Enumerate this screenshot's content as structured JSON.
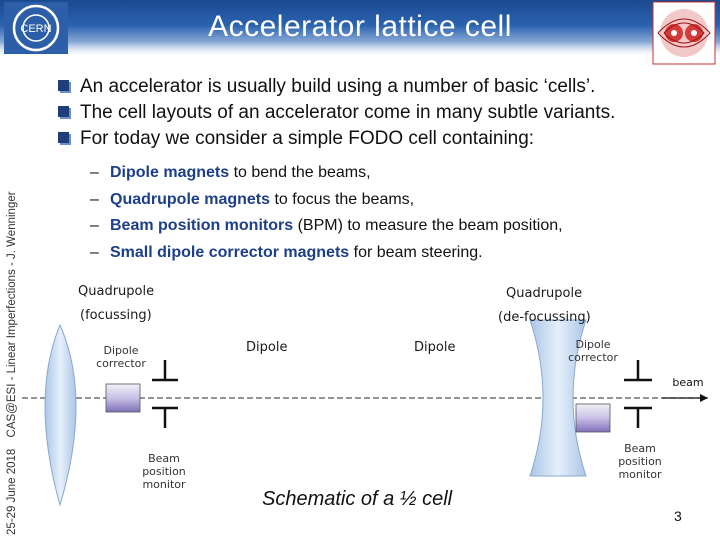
{
  "title": "Accelerator lattice cell",
  "sidebar": {
    "date": "25-29 June 2018",
    "event": "CAS@ESI - Linear Imperfections - J. Wenninger"
  },
  "bullets": [
    "An accelerator is usually build using a number of basic ‘cells’.",
    "The cell layouts of an accelerator come in many subtle variants.",
    "For today we consider a simple FODO cell containing:"
  ],
  "sub_items": [
    {
      "bold": "Dipole magnets",
      "rest": " to bend the beams,"
    },
    {
      "bold": "Quadrupole magnets",
      "rest": " to focus the beams,"
    },
    {
      "bold": "Beam position monitors",
      "rest": " (BPM) to measure the beam position,"
    },
    {
      "bold": "Small dipole corrector magnets",
      "rest": " for beam steering."
    }
  ],
  "dash": "–",
  "diagram": {
    "quad_left": "Quadrupole",
    "quad_left_sub": "(focussing)",
    "quad_right": "Quadrupole",
    "quad_right_sub": "(de-focussing)",
    "dipole_left": "Dipole",
    "dipole_right": "Dipole",
    "corrector_left": "Dipole corrector",
    "corrector_right": "Dipole corrector",
    "bpm_left": "Beam position monitor",
    "bpm_right": "Beam position monitor",
    "beam": "beam",
    "caption": "Schematic of a ½ cell"
  },
  "logo": {
    "text": "CERN"
  },
  "page_number": "3",
  "colors": {
    "header": "#2a62b0",
    "accent": "#1d3f8a",
    "lens": "#c7dcf0",
    "dipole": "#9b8ec9"
  }
}
